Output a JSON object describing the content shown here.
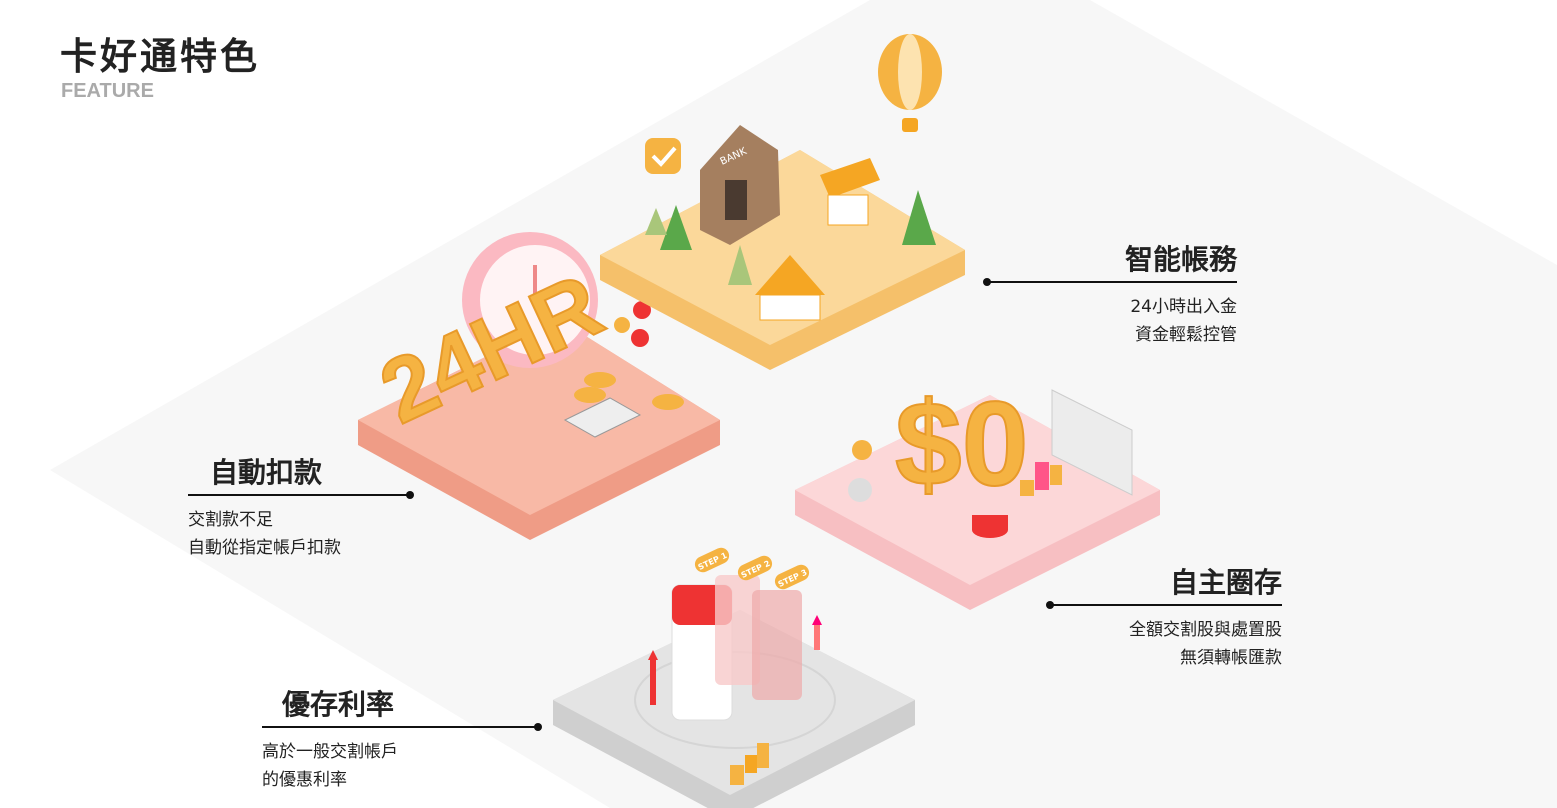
{
  "header": {
    "title": "卡好通特色",
    "subtitle": "FEATURE"
  },
  "features": [
    {
      "title": "智能帳務",
      "lines": [
        "24小時出入金",
        "資金輕鬆控管"
      ]
    },
    {
      "title": "自動扣款",
      "lines": [
        "交割款不足",
        "自動從指定帳戶扣款"
      ]
    },
    {
      "title": "自主圈存",
      "lines": [
        "全額交割股與處置股",
        "無須轉帳匯款"
      ]
    },
    {
      "title": "優存利率",
      "lines": [
        "高於一般交割帳戶",
        "的優惠利率"
      ]
    }
  ],
  "illustration": {
    "bank_sign": "BANK",
    "hours": "24HR",
    "zero": "$0",
    "steps": [
      "STEP 1",
      "STEP 2",
      "STEP 3"
    ]
  },
  "colors": {
    "yellow_tile": "#fbd89a",
    "salmon_tile": "#f8b9a6",
    "pink_tile": "#fcd7d8",
    "gray_tile": "#e4e4e4",
    "accent_orange": "#f5a623"
  }
}
